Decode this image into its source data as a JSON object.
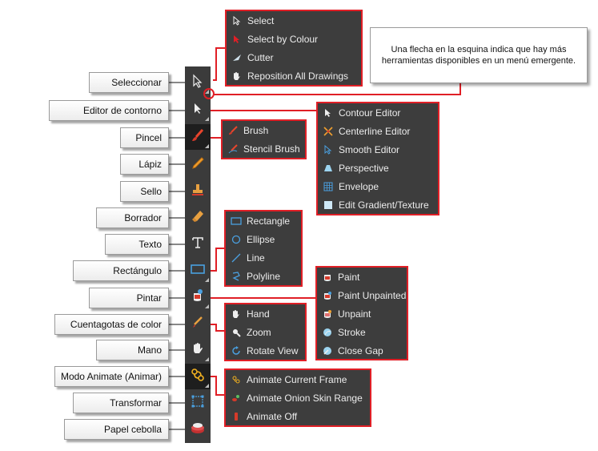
{
  "callout": {
    "text": "Una flecha en la esquina indica que hay más herramientas disponibles en un menú emergente."
  },
  "labels": [
    "Seleccionar",
    "Editor de contorno",
    "Pincel",
    "Lápiz",
    "Sello",
    "Borrador",
    "Texto",
    "Rectángulo",
    "Pintar",
    "Cuentagotas de color",
    "Mano",
    "Modo Animate (Animar)",
    "Transformar",
    "Papel cebolla"
  ],
  "toolbar": {
    "icons": [
      "select-arrow-icon",
      "contour-editor-icon",
      "brush-icon",
      "pencil-icon",
      "stamp-icon",
      "eraser-icon",
      "text-icon",
      "rectangle-icon",
      "paint-icon",
      "dropper-icon",
      "hand-icon",
      "animate-icon",
      "transform-icon",
      "onion-skin-icon"
    ]
  },
  "menus": {
    "select": [
      "Select",
      "Select by Colour",
      "Cutter",
      "Reposition All Drawings"
    ],
    "brush": [
      "Brush",
      "Stencil Brush"
    ],
    "contour": [
      "Contour Editor",
      "Centerline Editor",
      "Smooth Editor",
      "Perspective",
      "Envelope",
      "Edit Gradient/Texture"
    ],
    "shape": [
      "Rectangle",
      "Ellipse",
      "Line",
      "Polyline"
    ],
    "paint": [
      "Paint",
      "Paint Unpainted",
      "Unpaint",
      "Stroke",
      "Close Gap"
    ],
    "hand": [
      "Hand",
      "Zoom",
      "Rotate View"
    ],
    "animate": [
      "Animate Current Frame",
      "Animate Onion Skin Range",
      "Animate Off"
    ]
  },
  "colors": {
    "accent": "#e01f26",
    "toolbar": "#3b3b3b",
    "menu": "#3d3d3d"
  }
}
